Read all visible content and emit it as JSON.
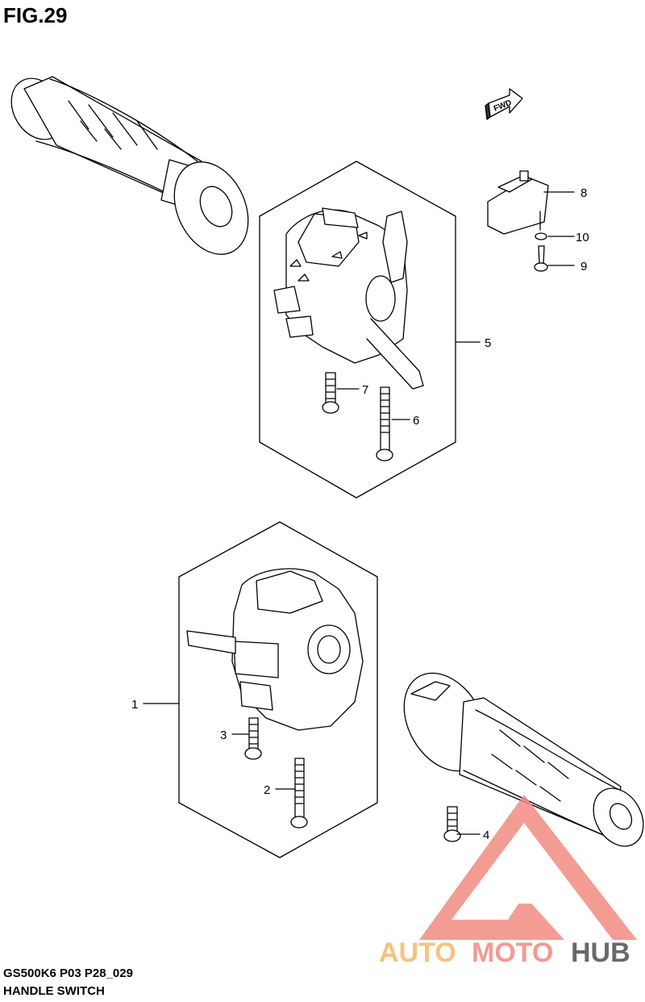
{
  "figure": {
    "title": "FIG.29"
  },
  "fwd_label": "FWD",
  "callouts": {
    "p1": "1",
    "p2": "2",
    "p3": "3",
    "p4": "4",
    "p5": "5",
    "p6": "6",
    "p7": "7",
    "p8": "8",
    "p9": "9",
    "p10": "10"
  },
  "footer": {
    "code": "GS500K6 P03 P28_029",
    "name": "HANDLE SWITCH"
  },
  "watermark": {
    "auto": "AUTO",
    "moto": "MOTO",
    "hub": "HUB",
    "colors": {
      "auto": "#f6b867",
      "moto": "#f2897f",
      "hub": "#505050",
      "logo": "#f28b82"
    }
  }
}
